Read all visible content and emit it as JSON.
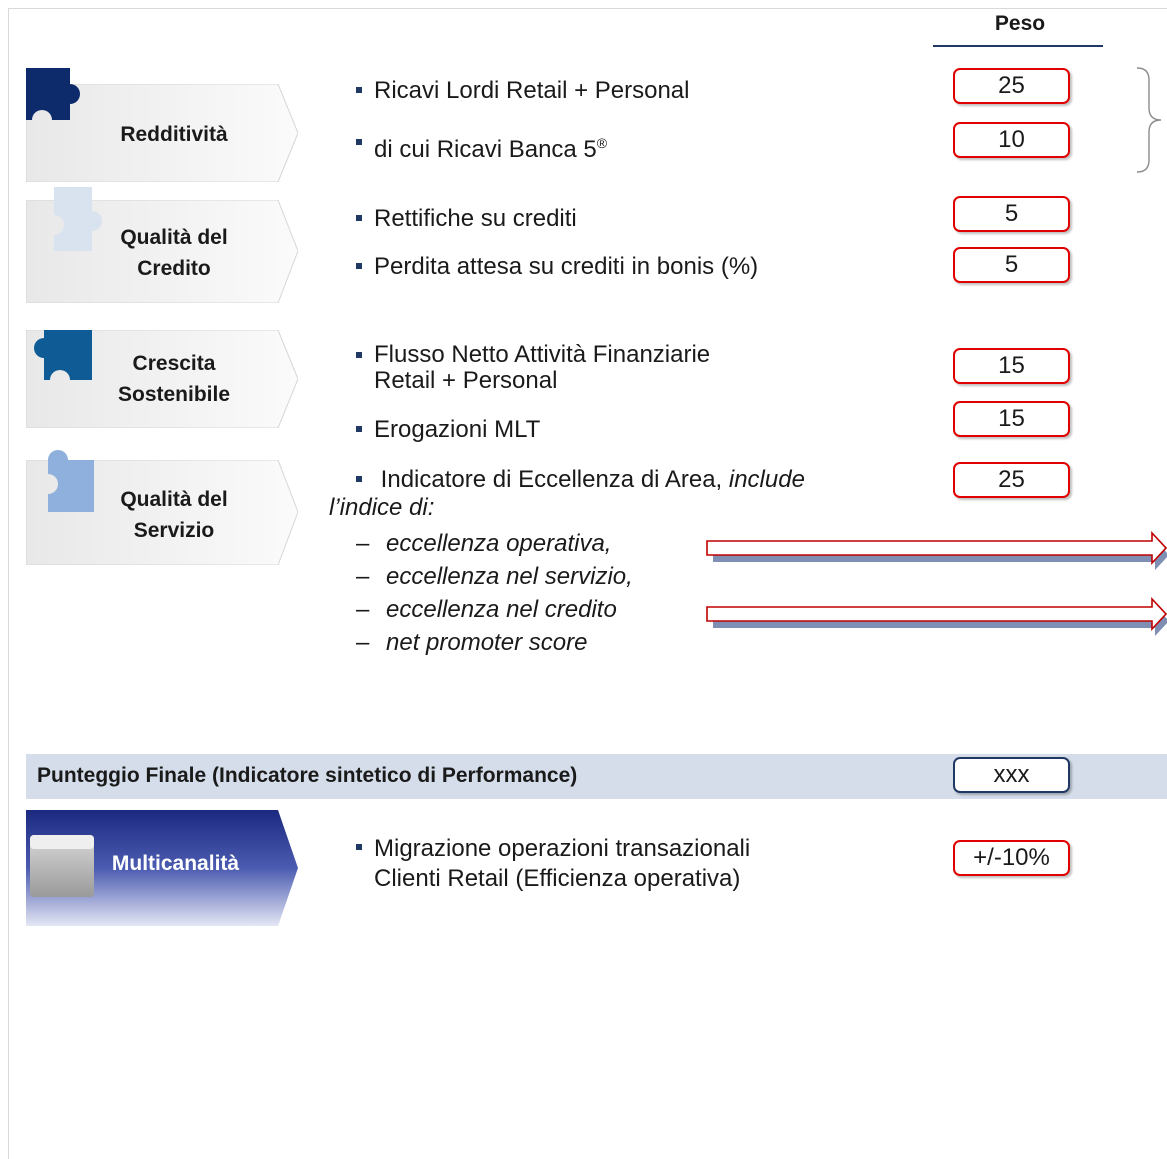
{
  "peso_header": "Peso",
  "categories": [
    {
      "label_lines": [
        "Redditività"
      ],
      "bullets": [
        {
          "text": "Ricavi Lordi Retail + Personal"
        },
        {
          "text": "di cui Ricavi Banca 5",
          "sup": "®"
        }
      ],
      "weights": [
        "25",
        "10"
      ]
    },
    {
      "label_lines": [
        "Qualità del",
        "Credito"
      ],
      "bullets": [
        {
          "text": "Rettifiche su crediti"
        },
        {
          "text": "Perdita attesa su crediti in bonis (%)"
        }
      ],
      "weights": [
        "5",
        "5"
      ]
    },
    {
      "label_lines": [
        "Crescita",
        "Sostenibile"
      ],
      "bullets": [
        {
          "lines": [
            "Flusso Netto Attività Finanziarie",
            "Retail + Personal"
          ]
        },
        {
          "text": "Erogazioni MLT"
        }
      ],
      "weights": [
        "15",
        "15"
      ]
    },
    {
      "label_lines": [
        "Qualità del",
        "Servizio"
      ],
      "bullets": [
        {
          "text": "Indicatore di Eccellenza di Area, ",
          "italic_suffix": "include",
          "line2_italic": "l’indice di:"
        }
      ],
      "sub_items": [
        "eccellenza operativa,",
        "eccellenza nel servizio,",
        "eccellenza nel credito",
        "net promoter score"
      ],
      "weights": [
        "25"
      ]
    }
  ],
  "final_score": {
    "label": "Punteggio Finale (Indicatore sintetico di Performance)",
    "value": "xxx"
  },
  "multicanalita": {
    "label": "Multicanalità",
    "bullet_lines": [
      "Migrazione operazioni transazionali",
      "Clienti Retail (Efficienza operativa)"
    ],
    "weight": "+/-10%"
  },
  "colors": {
    "navy": "#1f3864",
    "red_border": "#e00000",
    "band": "#d4dde9"
  }
}
